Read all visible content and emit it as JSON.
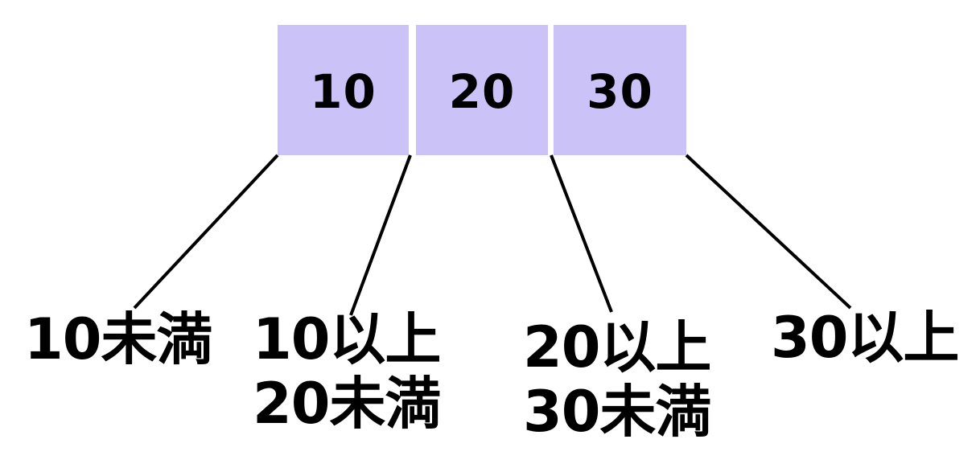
{
  "diagram": {
    "boxes": [
      {
        "label": "10"
      },
      {
        "label": "20"
      },
      {
        "label": "30"
      }
    ],
    "intervals": [
      {
        "line1": "10未満",
        "line2": ""
      },
      {
        "line1": "10以上",
        "line2": "20未満"
      },
      {
        "line1": "20以上",
        "line2": "30未満"
      },
      {
        "line1": "30以上",
        "line2": ""
      }
    ],
    "colors": {
      "box_fill": "#cbc3f7",
      "line": "#000000",
      "text": "#000000",
      "background": "#ffffff"
    }
  }
}
